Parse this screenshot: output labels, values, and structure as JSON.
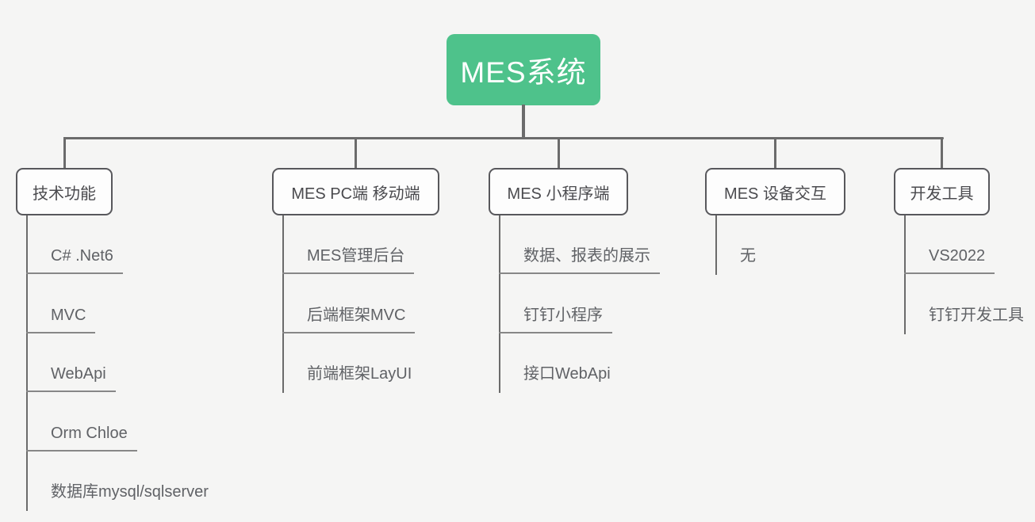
{
  "root": {
    "label": "MES系统"
  },
  "branches": [
    {
      "label": "技术功能",
      "children": [
        "C# .Net6",
        "MVC",
        "WebApi",
        "Orm Chloe",
        "数据库mysql/sqlserver"
      ]
    },
    {
      "label": "MES PC端 移动端",
      "children": [
        "MES管理后台",
        "后端框架MVC",
        "前端框架LayUI"
      ]
    },
    {
      "label": "MES 小程序端",
      "children": [
        "数据、报表的展示",
        "钉钉小程序",
        "接口WebApi"
      ]
    },
    {
      "label": "MES 设备交互",
      "children": [
        "无"
      ]
    },
    {
      "label": "开发工具",
      "children": [
        "VS2022",
        "钉钉开发工具"
      ]
    }
  ],
  "colors": {
    "background": "#f5f5f4",
    "root_bg": "#4ec28b",
    "root_text": "#ffffff",
    "connector": "#6b6b6b",
    "box_border": "#58585c",
    "box_text": "#4a4a4e",
    "child_text": "#606266",
    "underline": "#878787"
  }
}
